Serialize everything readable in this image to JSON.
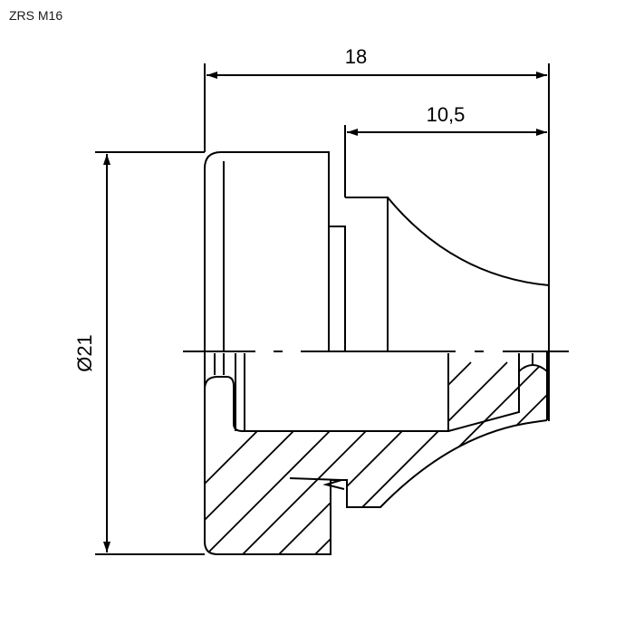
{
  "title": "ZRS M16",
  "drawing": {
    "type": "technical-drawing-half-section",
    "line_color": "#000000",
    "background": "#ffffff"
  },
  "dimensions": {
    "overall_length": {
      "label": "18"
    },
    "nose_length": {
      "label": "10,5"
    },
    "diameter": {
      "label": "Ø21"
    }
  }
}
